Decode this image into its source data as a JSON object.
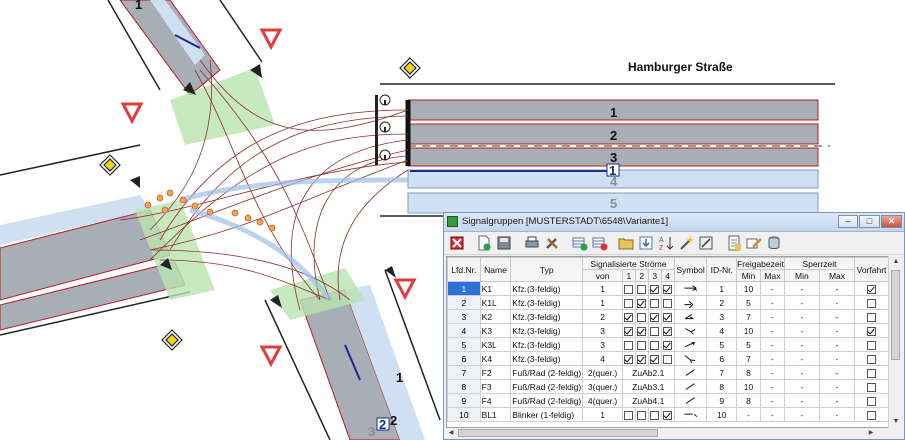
{
  "map": {
    "street_name": "Hamburger Straße",
    "lane_labels": [
      "1",
      "2",
      "3",
      "4",
      "5"
    ],
    "marker_labels": [
      "1",
      "1",
      "2",
      "3"
    ]
  },
  "window": {
    "title": "Signalgruppen [MUSTERSTADT\\6548\\Variante1]",
    "buttons": {
      "minimize": "–",
      "maximize": "□",
      "close": "✕"
    }
  },
  "toolbar": {
    "icons": [
      "delete-icon",
      "new-icon",
      "save-icon",
      "print-icon",
      "tools-icon",
      "add-row-icon",
      "remove-row-icon",
      "folder-icon",
      "import-icon",
      "sort-icon",
      "wand-icon",
      "calculator-icon",
      "report-icon",
      "edit-icon",
      "database-icon"
    ]
  },
  "table": {
    "headers": {
      "lfd_nr": "Lfd.Nr.",
      "name": "Name",
      "typ": "Typ",
      "signalisierte_stroeme": "Signalisierte Ströme",
      "von": "von",
      "s1": "1",
      "s2": "2",
      "s3": "3",
      "s4": "4",
      "symbol": "Symbol",
      "id_nr": "ID-Nr.",
      "freigabezeit": "Freigabezeit",
      "sperrzeit": "Sperrzeit",
      "min": "Min",
      "max": "Max",
      "vorfahrt": "Vorfahrt"
    },
    "rows": [
      {
        "nr": "1",
        "name": "K1",
        "typ": "Kfz.(3-feldig)",
        "von": "1",
        "s": [
          false,
          false,
          true,
          true
        ],
        "id": "1",
        "fmin": "10",
        "fmax": "-",
        "smin": "-",
        "smax": "-",
        "vorfahrt": true,
        "selected": true
      },
      {
        "nr": "2",
        "name": "K1L",
        "typ": "Kfz.(3-feldig)",
        "von": "1",
        "s": [
          false,
          true,
          false,
          false
        ],
        "id": "2",
        "fmin": "5",
        "fmax": "-",
        "smin": "-",
        "smax": "-",
        "vorfahrt": false
      },
      {
        "nr": "3",
        "name": "K2",
        "typ": "Kfz.(3-feldig)",
        "von": "2",
        "s": [
          true,
          false,
          true,
          true
        ],
        "id": "3",
        "fmin": "7",
        "fmax": "-",
        "smin": "-",
        "smax": "-",
        "vorfahrt": false
      },
      {
        "nr": "4",
        "name": "K3",
        "typ": "Kfz.(3-feldig)",
        "von": "3",
        "s": [
          true,
          true,
          false,
          true
        ],
        "id": "4",
        "fmin": "10",
        "fmax": "-",
        "smin": "-",
        "smax": "-",
        "vorfahrt": true
      },
      {
        "nr": "5",
        "name": "K3L",
        "typ": "Kfz.(3-feldig)",
        "von": "3",
        "s": [
          false,
          false,
          false,
          true
        ],
        "id": "5",
        "fmin": "5",
        "fmax": "-",
        "smin": "-",
        "smax": "-",
        "vorfahrt": false
      },
      {
        "nr": "6",
        "name": "K4",
        "typ": "Kfz.(3-feldig)",
        "von": "4",
        "s": [
          true,
          true,
          true,
          false
        ],
        "id": "6",
        "fmin": "7",
        "fmax": "-",
        "smin": "-",
        "smax": "-",
        "vorfahrt": false
      },
      {
        "nr": "7",
        "name": "F2",
        "typ": "Fuß/Rad (2-feldig)",
        "von": "2(quer.)",
        "zu": "ZuAb2.1",
        "id": "7",
        "fmin": "8",
        "fmax": "-",
        "smin": "-",
        "smax": "-",
        "vorfahrt": false
      },
      {
        "nr": "8",
        "name": "F3",
        "typ": "Fuß/Rad (2-feldig)",
        "von": "3(quer.)",
        "zu": "ZuAb3.1",
        "id": "8",
        "fmin": "10",
        "fmax": "-",
        "smin": "-",
        "smax": "-",
        "vorfahrt": false
      },
      {
        "nr": "9",
        "name": "F4",
        "typ": "Fuß/Rad (2-feldig)",
        "von": "4(quer.)",
        "zu": "ZuAb4.1",
        "id": "9",
        "fmin": "8",
        "fmax": "-",
        "smin": "-",
        "smax": "-",
        "vorfahrt": false
      },
      {
        "nr": "10",
        "name": "BL1",
        "typ": "Blinker (1-feldig)",
        "von": "1",
        "s": [
          false,
          false,
          false,
          true
        ],
        "id": "10",
        "fmin": "-",
        "fmax": "-",
        "smin": "-",
        "smax": "-",
        "vorfahrt": false
      }
    ]
  },
  "colors": {
    "selection": "#2f6fd6",
    "lane_gray": "#a8aeb6",
    "lane_blue": "#cfe0f2",
    "trajectory": "#8b2f2f",
    "crossing_green": "#b9e3b0",
    "warn_red": "#e23b3b",
    "priority_yellow": "#f2d21b"
  }
}
